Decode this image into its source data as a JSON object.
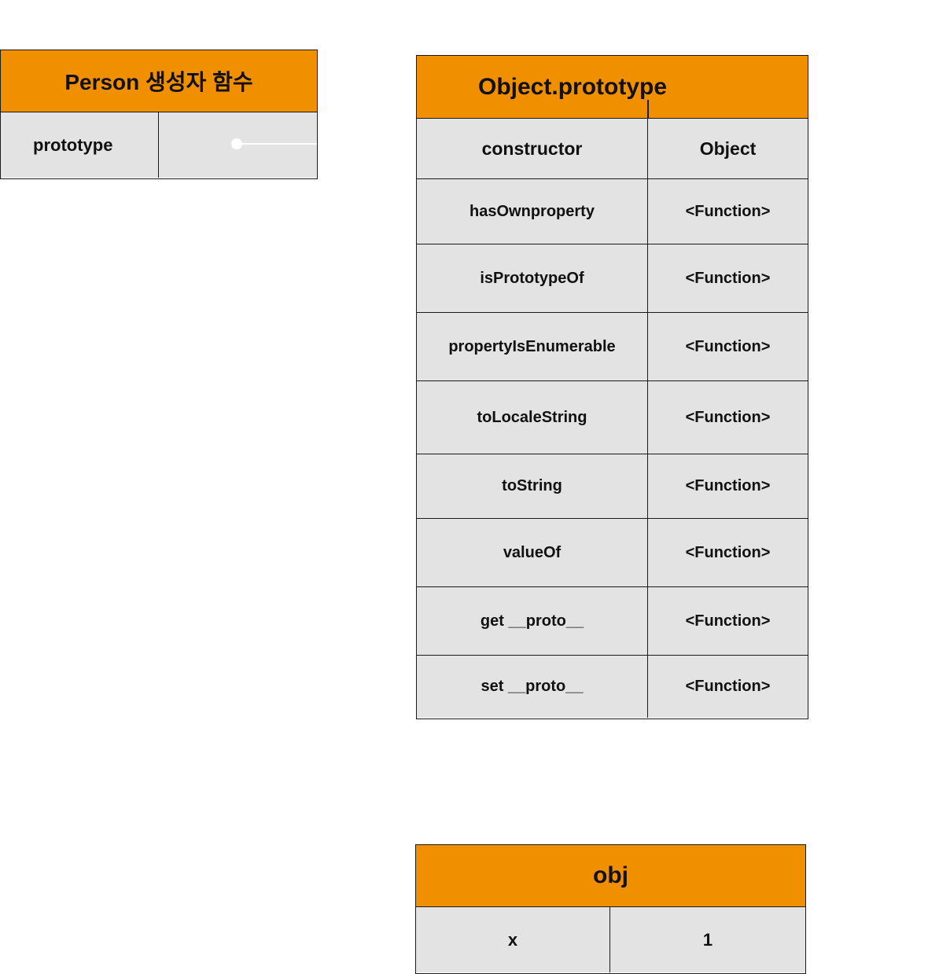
{
  "person": {
    "title": "Person 생성자 함수",
    "key": "prototype"
  },
  "object_prototype": {
    "title": "Object.prototype",
    "rows": [
      {
        "key": "constructor",
        "value": "Object"
      },
      {
        "key": "hasOwnproperty",
        "value": "<Function>"
      },
      {
        "key": "isPrototypeOf",
        "value": "<Function>"
      },
      {
        "key": "propertyIsEnumerable",
        "value": "<Function>"
      },
      {
        "key": "toLocaleString",
        "value": "<Function>"
      },
      {
        "key": "toString",
        "value": "<Function>"
      },
      {
        "key": "valueOf",
        "value": "<Function>"
      },
      {
        "key": "get __proto__",
        "value": "<Function>"
      },
      {
        "key": "set __proto__",
        "value": "<Function>"
      }
    ]
  },
  "obj": {
    "title": "obj",
    "key": "x",
    "value": "1"
  },
  "colors": {
    "header": "#f09000",
    "cell": "#e3e3e3",
    "border": "#1a1a1a"
  }
}
